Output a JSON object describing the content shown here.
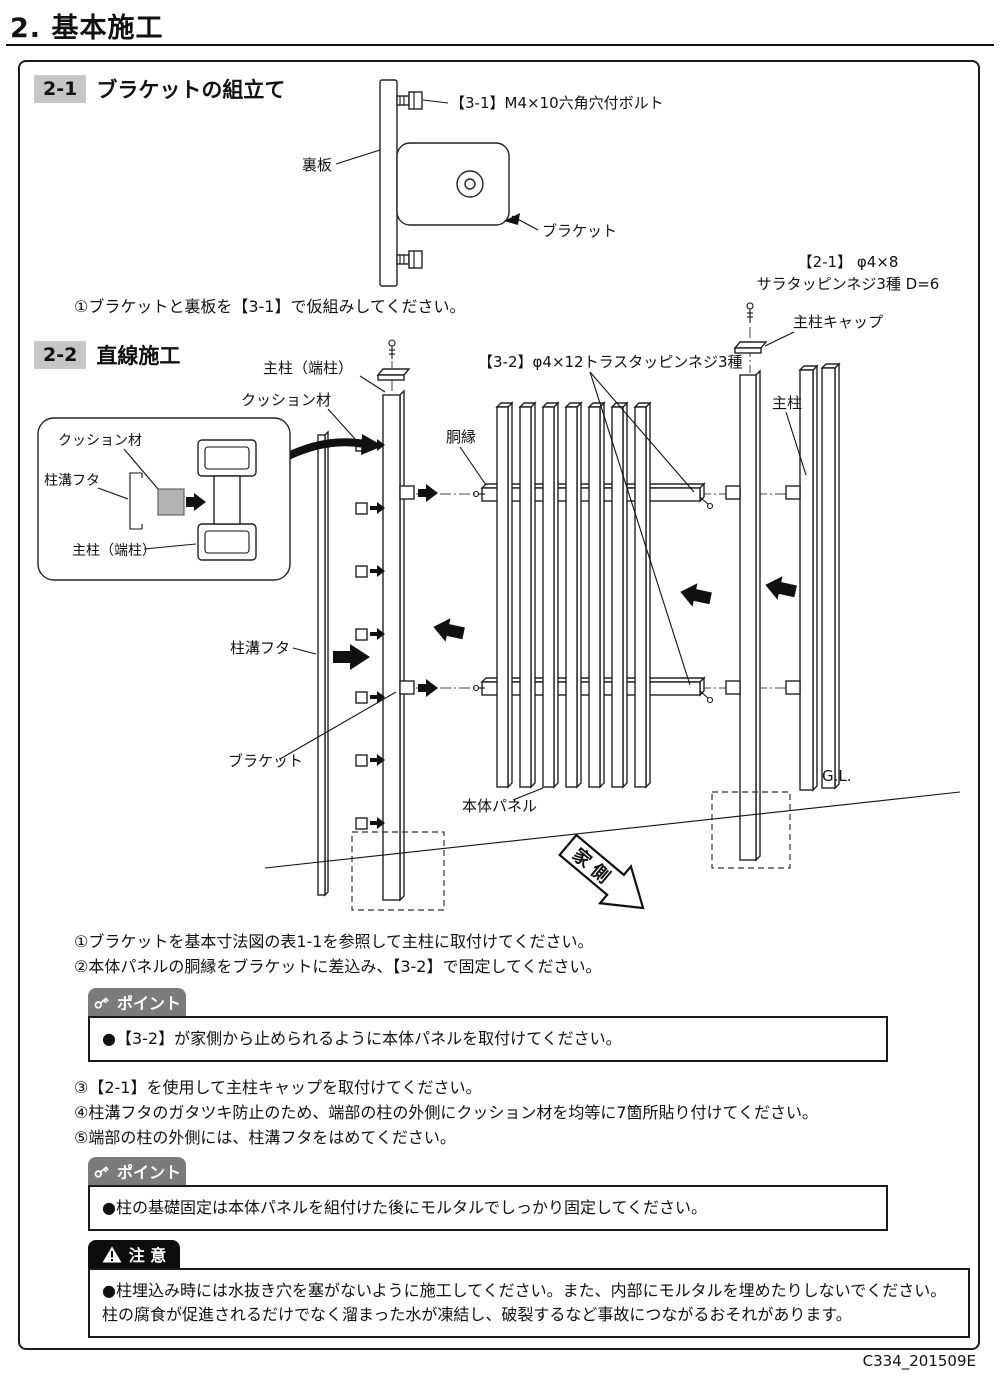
{
  "page": {
    "title": "2. 基本施工",
    "doc_code": "C334_201509E"
  },
  "section_2_1": {
    "number": "2-1",
    "title": "ブラケットの組立て",
    "diagram": {
      "bolt_label": "【3-1】M4×10六角穴付ボルト",
      "back_plate_label": "裏板",
      "bracket_label": "ブラケット"
    },
    "step_1": "①ブラケットと裏板を【3-1】で仮組みしてください。"
  },
  "section_2_2": {
    "number": "2-2",
    "title": "直線施工",
    "diagram": {
      "screw_2_1_label_line1": "【2-1】 φ4×8",
      "screw_2_1_label_line2": "サラタッピンネジ3種 D=6",
      "post_cap_label": "主柱キャップ",
      "end_post_label": "主柱（端柱）",
      "cushion_label": "クッション材",
      "screw_3_2_label": "【3-2】φ4×12トラスタッピンネジ3種",
      "rail_label": "胴縁",
      "main_post_label": "主柱",
      "groove_cover_label": "柱溝フタ",
      "bracket_label": "ブラケット",
      "panel_label": "本体パネル",
      "ground_label": "G.L.",
      "house_side_label": "家側",
      "inset": {
        "cushion_label": "クッション材",
        "groove_cover_label": "柱溝フタ",
        "end_post_label": "主柱（端柱）"
      }
    },
    "steps_1_2": [
      "①ブラケットを基本寸法図の表1-1を参照して主柱に取付けてください。",
      "②本体パネルの胴縁をブラケットに差込み、【3-2】で固定してください。"
    ],
    "point_1": {
      "label": "ポイント",
      "text": "●【3-2】が家側から止められるように本体パネルを取付けてください。"
    },
    "steps_3_5": [
      "③【2-1】を使用して主柱キャップを取付けてください。",
      "④柱溝フタのガタツキ防止のため、端部の柱の外側にクッション材を均等に7箇所貼り付けてください。",
      "⑤端部の柱の外側には、柱溝フタをはめてください。"
    ],
    "point_2": {
      "label": "ポイント",
      "text": "●柱の基礎固定は本体パネルを組付けた後にモルタルでしっかり固定してください。"
    },
    "caution": {
      "label": "注 意",
      "text": "●柱埋込み時には水抜き穴を塞がないように施工してください。また、内部にモルタルを埋めたりしないでください。柱の腐食が促進されるだけでなく溜まった水が凍結し、破裂するなど事故につながるおそれがあります。"
    }
  }
}
